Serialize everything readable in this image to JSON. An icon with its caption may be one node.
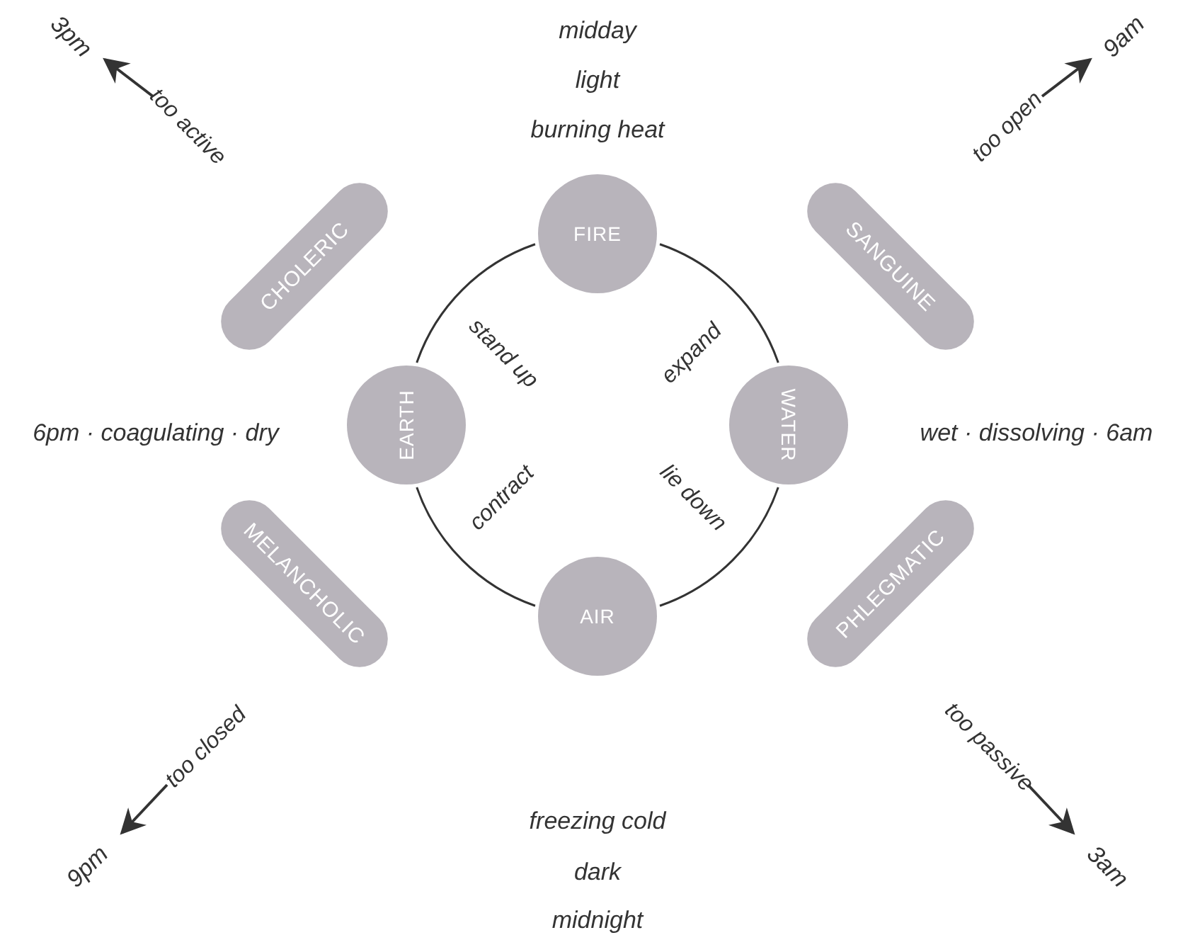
{
  "diagram": {
    "nodes": [
      {
        "text": [
          "FIRE"
        ]
      },
      {
        "text": [
          "WATER"
        ]
      },
      {
        "text": [
          "AIR"
        ]
      },
      {
        "text": [
          "EARTH"
        ]
      },
      {
        "text": [
          "CHOLERIC"
        ]
      },
      {
        "text": [
          "SANGUINE"
        ]
      },
      {
        "text": [
          "MELANCHOLIC"
        ]
      },
      {
        "text": [
          "PHLEGMATIC"
        ]
      },
      {
        "text": [
          "3pm"
        ]
      },
      {
        "text": [
          "9am"
        ]
      },
      {
        "text": [
          "9pm"
        ]
      },
      {
        "text": [
          "3am"
        ]
      }
    ],
    "edges": [
      {
        "from": 0,
        "to": 1,
        "arrow": "none",
        "label": "expand"
      },
      {
        "from": 1,
        "to": 2,
        "arrow": "none",
        "label": "lie down"
      },
      {
        "from": 2,
        "to": 3,
        "arrow": "none",
        "label": "contract"
      },
      {
        "from": 3,
        "to": 0,
        "arrow": "none",
        "label": "stand up"
      },
      {
        "from": null,
        "to": 8,
        "arrow": "to",
        "label": "too active"
      },
      {
        "from": null,
        "to": 9,
        "arrow": "to",
        "label": "too open"
      },
      {
        "from": null,
        "to": 10,
        "arrow": "to",
        "label": "too closed"
      },
      {
        "from": null,
        "to": 11,
        "arrow": "to",
        "label": "too passive"
      }
    ],
    "labels": [
      "midday",
      "light",
      "burning heat",
      "6pm · coagulating · dry",
      "wet · dissolving · 6am",
      "freezing cold",
      "dark",
      "midnight"
    ]
  }
}
